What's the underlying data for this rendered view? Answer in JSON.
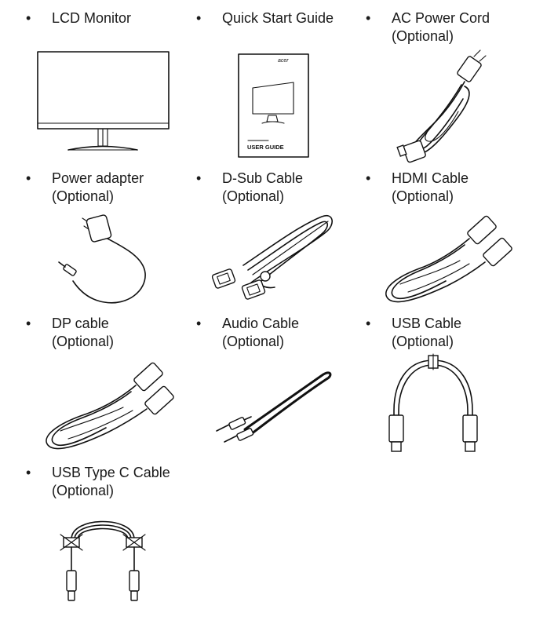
{
  "items": [
    {
      "bullet": "•",
      "line1": "LCD Monitor",
      "line2": "",
      "icon": "monitor-icon"
    },
    {
      "bullet": "•",
      "line1": "Quick Start Guide",
      "line2": "",
      "icon": "user-guide-icon"
    },
    {
      "bullet": "•",
      "line1": "AC Power Cord",
      "line2": "(Optional)",
      "icon": "power-cord-icon"
    },
    {
      "bullet": "•",
      "line1": "Power adapter",
      "line2": "(Optional)",
      "icon": "power-adapter-icon"
    },
    {
      "bullet": "•",
      "line1": "D-Sub Cable",
      "line2": "(Optional)",
      "icon": "dsub-cable-icon"
    },
    {
      "bullet": "•",
      "line1": "HDMI Cable",
      "line2": "(Optional)",
      "icon": "hdmi-cable-icon"
    },
    {
      "bullet": "•",
      "line1": "DP cable",
      "line2": "(Optional)",
      "icon": "dp-cable-icon"
    },
    {
      "bullet": "•",
      "line1": "Audio Cable",
      "line2": "(Optional)",
      "icon": "audio-cable-icon"
    },
    {
      "bullet": "•",
      "line1": "USB Cable",
      "line2": "(Optional)",
      "icon": "usb-cable-icon"
    },
    {
      "bullet": "•",
      "line1": "USB Type C Cable",
      "line2": "(Optional)",
      "icon": "usb-type-c-cable-icon"
    }
  ],
  "guide": {
    "brand": "acer",
    "title": "USER GUIDE"
  }
}
